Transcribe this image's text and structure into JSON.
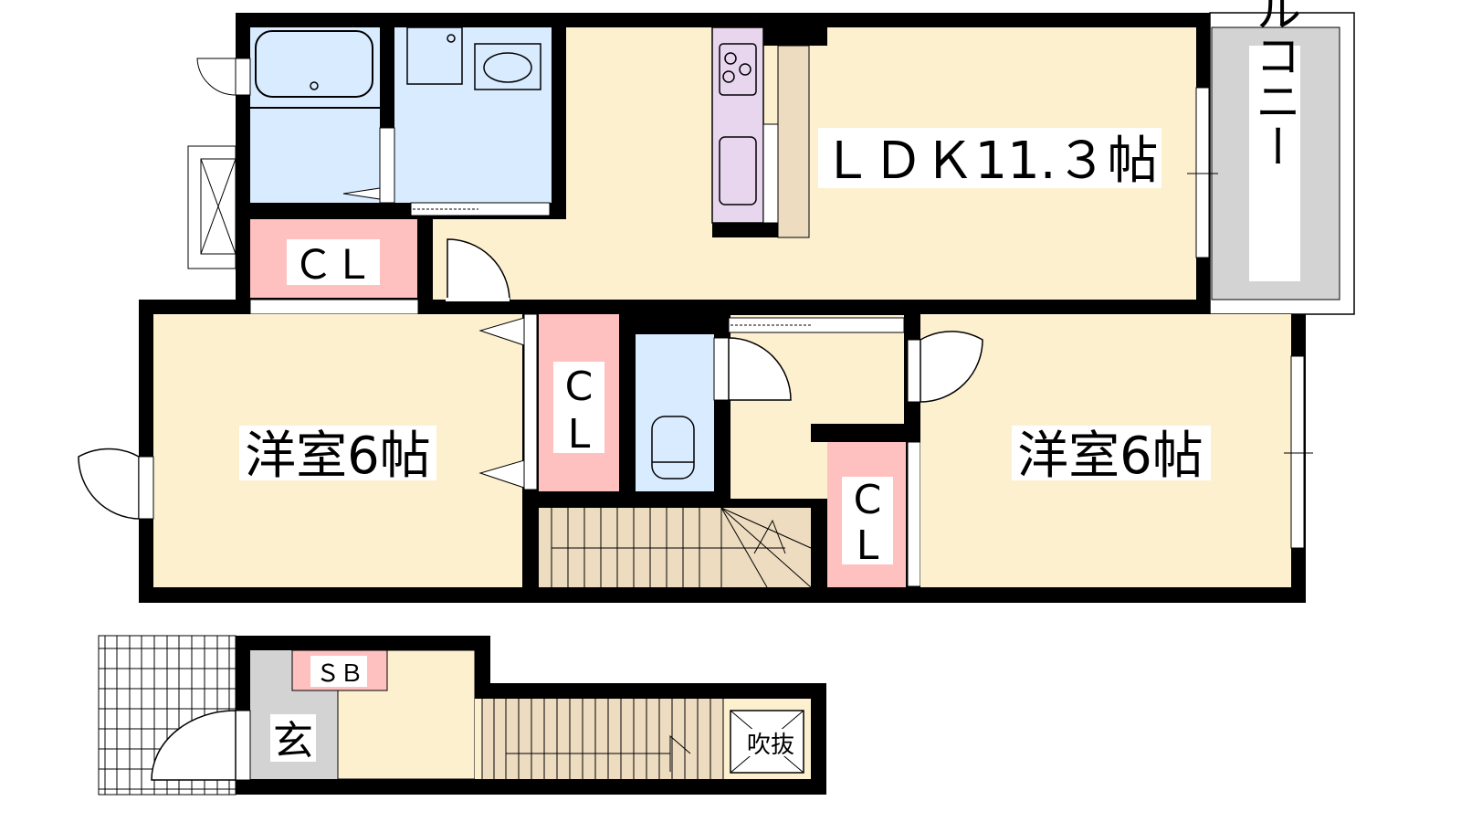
{
  "rooms": {
    "ldk": "ＬＤＫ11.３帖",
    "balcony": "バルコニー",
    "closet_top": "ＣＬ",
    "closet_mid": "ＣＬ",
    "closet_right": "ＣＬ",
    "western_left": "洋室6帖",
    "western_right": "洋室6帖",
    "shoe_box": "ＳＢ",
    "entrance": "玄",
    "open_ceiling": "吹抜"
  },
  "colors": {
    "room": "#fdf0cf",
    "wet": "#d9ebff",
    "closet": "#ffc0c0",
    "balcony": "#d3d3d3",
    "stairs": "#eddcc0",
    "kitchen": "#e8d6ee",
    "wall": "#000000"
  }
}
